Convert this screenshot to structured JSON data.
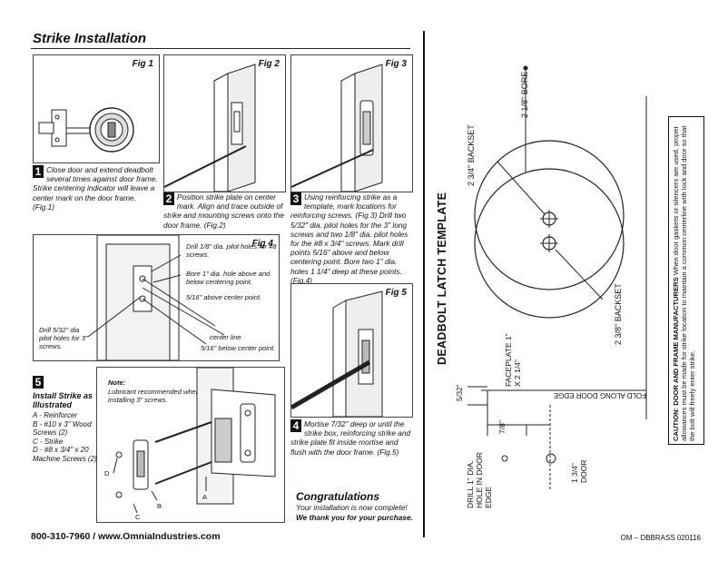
{
  "left": {
    "title": "Strike Installation",
    "fig_labels": [
      "Fig 1",
      "Fig 2",
      "Fig 3",
      "Fig 4",
      "Fig 5"
    ],
    "step_numbers": [
      "1",
      "2",
      "3",
      "4",
      "5"
    ],
    "step1": "Close door and extend deadbolt several times against door frame. Strike centering indicator will leave a center mark on the door frame. (Fig.1)",
    "step2": "Position strike plate on center mark. Align and trace outside of strike and mounting screws onto the door frame. (Fig.2)",
    "step3": "Using reinforcing strike as a template, mark locations for reinforcing screws. (Fig.3) Drill two 5/32\" dia. pilot holes for the 3\" long screws and two 1/8\" dia. pilot holes for the #8 x 3/4\" screws. Mark drill points 5/16\" above and below centering point. Bore two 1\" dia. holes 1 1/4\" deep at these points. (Fig.4)",
    "step4": "Mortise 7/32\" deep or until the strike box, reinforcing strike and strike plate fit inside mortise and flush with the door frame. (Fig.5)",
    "fig4_notes": {
      "drill_small": "Drill 1/8\" dia. pilot holes for #8 screws.",
      "bore": "Bore 1\" dia. hole above and below centering point.",
      "above": "5/16\" above center point.",
      "drill_large": "Drill 5/32\" dia pilot holes for 3\" screws.",
      "center_line": "center line",
      "below": "5/16\" below center point."
    },
    "step5_title": "Install Strike as Illustrated",
    "step5_items": [
      "A - Reinforcer",
      "B - #10 x 3\" Wood Screws (2)",
      "C - Strike",
      "D - #8 x 3/4\" x 20 Machine Screws (2)"
    ],
    "note_title": "Note:",
    "note_text": "Lubricant recommended when installing 3\" screws.",
    "part_letters": [
      "A",
      "B",
      "C",
      "D"
    ],
    "congrats_title": "Congratulations",
    "congrats_line1": "Your installation is now complete!",
    "congrats_line2": "We thank you for your purchase.",
    "footer_left": "800-310-7960 / www.OmniaIndustries.com"
  },
  "right": {
    "template_title": "DEADBOLT LATCH TEMPLATE",
    "bore_label": "2 1/8\" BORE",
    "backset_top": "2 3/4\" BACKSET",
    "backset_bottom": "2 3/8\" BACKSET",
    "faceplate": "FACEPLATE 1\" X 2 1/4\"",
    "fold": "FOLD ALONG DOOR EDGE",
    "dim_532": "5/32\"",
    "dim_78": "7/8\"",
    "drill_hole": "DRILL 1\" DIA. HOLE IN DOOR EDGE",
    "door_dim": "1 3/4\" DOOR",
    "caution_title": "CAUTION: DOOR AND FRAME MANUFACTURERS",
    "caution_text": "When door gaskets or silencers are used, proper allowances must be made for strike location to maintain a common centerline with lock and door so that the bolt will freely enter strike.",
    "footer_right": "OM – DBBRASS 020116"
  }
}
